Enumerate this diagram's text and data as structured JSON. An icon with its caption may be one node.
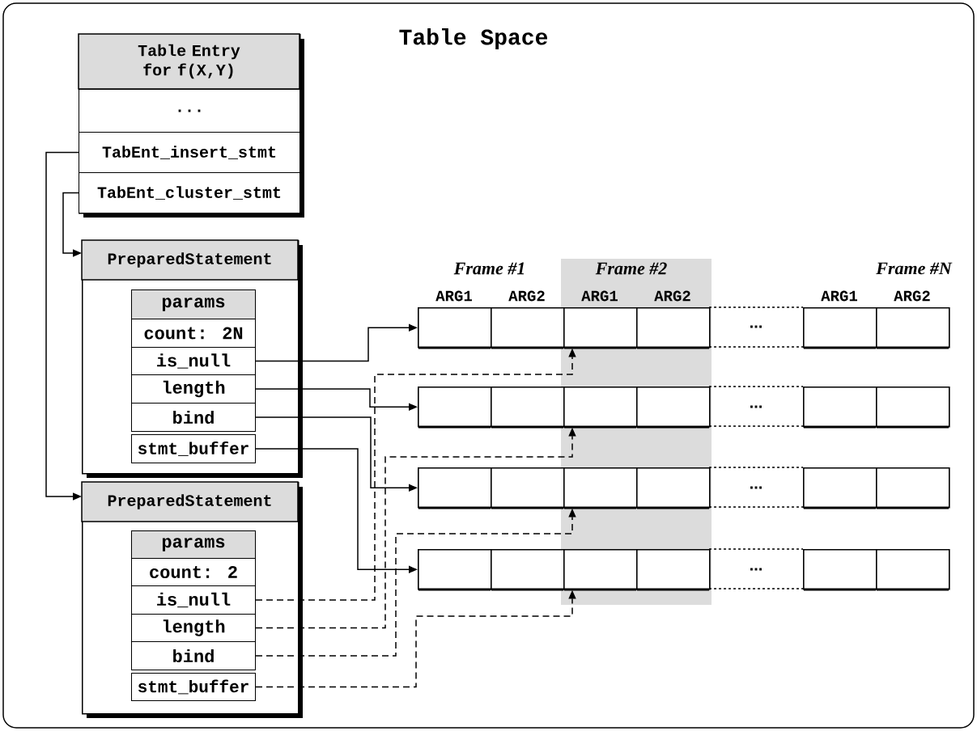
{
  "diagram": {
    "title": "Table Space",
    "nodes": [
      {
        "text": [
          "Table Entry for f(X,Y)"
        ]
      },
      {
        "text": [
          "..."
        ],
        "in": 0
      },
      {
        "text": [
          "TabEnt_insert_stmt"
        ],
        "in": 0
      },
      {
        "text": [
          "TabEnt_cluster_stmt"
        ],
        "in": 0
      },
      {
        "text": [
          "PreparedStatement"
        ]
      },
      {
        "text": [
          "params"
        ],
        "in": 4
      },
      {
        "text": [
          "count: 2N"
        ],
        "in": 4
      },
      {
        "text": [
          "is_null"
        ],
        "in": 4
      },
      {
        "text": [
          "length"
        ],
        "in": 4
      },
      {
        "text": [
          "bind"
        ],
        "in": 4
      },
      {
        "text": [
          "stmt_buffer"
        ],
        "in": 4
      },
      {
        "text": [
          "PreparedStatement"
        ]
      },
      {
        "text": [
          "params"
        ],
        "in": 11
      },
      {
        "text": [
          "count: 2"
        ],
        "in": 11
      },
      {
        "text": [
          "is_null"
        ],
        "in": 11
      },
      {
        "text": [
          "length"
        ],
        "in": 11
      },
      {
        "text": [
          "bind"
        ],
        "in": 11
      },
      {
        "text": [
          "stmt_buffer"
        ],
        "in": 11
      },
      {
        "text": [],
        "shape": "box"
      },
      {
        "text": [],
        "shape": "box"
      },
      {
        "text": [],
        "shape": "box"
      },
      {
        "text": [],
        "shape": "box"
      },
      {
        "text": [],
        "shape": "box"
      },
      {
        "text": [],
        "shape": "box"
      },
      {
        "text": [],
        "shape": "box"
      },
      {
        "text": [],
        "shape": "box"
      },
      {
        "text": [],
        "shape": "box"
      },
      {
        "text": [],
        "shape": "box"
      },
      {
        "text": [],
        "shape": "box"
      },
      {
        "text": [],
        "shape": "box"
      },
      {
        "text": [],
        "shape": "box"
      },
      {
        "text": [],
        "shape": "box"
      },
      {
        "text": [],
        "shape": "box"
      },
      {
        "text": [],
        "shape": "box"
      },
      {
        "text": [],
        "shape": "box"
      },
      {
        "text": [],
        "shape": "box"
      },
      {
        "text": [],
        "shape": "box"
      },
      {
        "text": [],
        "shape": "box"
      },
      {
        "text": [],
        "shape": "box"
      },
      {
        "text": [],
        "shape": "box"
      },
      {
        "text": [],
        "shape": "box"
      },
      {
        "text": [],
        "shape": "box"
      }
    ],
    "edges": [
      {
        "from": 2,
        "to": 11,
        "arrow": "to"
      },
      {
        "from": 3,
        "to": 4,
        "arrow": "to"
      },
      {
        "from": 7,
        "to": 18,
        "arrow": "to"
      },
      {
        "from": 8,
        "to": 24,
        "arrow": "to"
      },
      {
        "from": 9,
        "to": 30,
        "arrow": "to"
      },
      {
        "from": 10,
        "to": 36,
        "arrow": "to"
      },
      {
        "from": 14,
        "to": 20,
        "arrow": "to",
        "style": "dashed"
      },
      {
        "from": 15,
        "to": 26,
        "arrow": "to",
        "style": "dashed"
      },
      {
        "from": 16,
        "to": 32,
        "arrow": "to",
        "style": "dashed"
      },
      {
        "from": 17,
        "to": 38,
        "arrow": "to",
        "style": "dashed"
      }
    ],
    "labels": [
      "Frame #1",
      "Frame #2",
      "Frame #N",
      "ARG1",
      "ARG2",
      "ARG1",
      "ARG2",
      "ARG1",
      "ARG2",
      "...",
      "...",
      "...",
      "..."
    ]
  }
}
